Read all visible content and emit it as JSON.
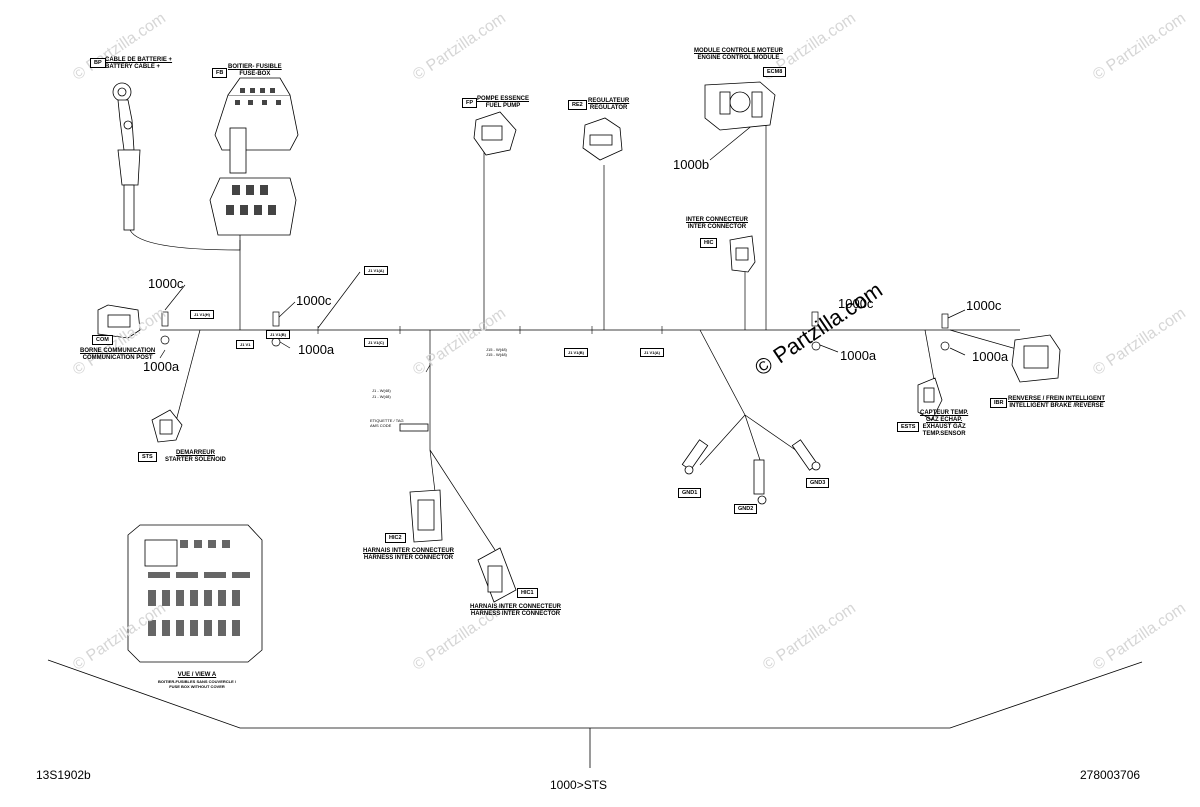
{
  "components": {
    "battery_cable": {
      "code": "BP",
      "fr": "CABLE DE BATTERIE +",
      "en": "BATTERY CABLE +"
    },
    "fuse_box": {
      "code": "FB",
      "fr": "BOITIER- FUSIBLE",
      "en": "FUSE-BOX"
    },
    "fuel_pump": {
      "code": "FP",
      "fr": "POMPE ESSENCE",
      "en": "FUEL PUMP"
    },
    "regulator": {
      "code": "RE2",
      "fr": "REGULATEUR",
      "en": "REGULATOR"
    },
    "ecm": {
      "code": "ECM8",
      "fr": "MODULE CONTROLE MOTEUR",
      "en": "ENGINE CONTROL MODULE"
    },
    "inter_connector": {
      "code": "HIC",
      "fr": "INTER CONNECTEUR",
      "en": "INTER CONNECTOR"
    },
    "comm_post": {
      "code": "COM",
      "fr": "BORNE COMMUNICATION",
      "en": "COMMUNICATION POST"
    },
    "starter": {
      "code": "STS",
      "fr": "DEMARREUR",
      "en": "STARTER SOLENOID"
    },
    "hic2": {
      "code": "HIC2",
      "fr": "HARNAIS INTER CONNECTEUR",
      "en": "HARNESS INTER CONNECTOR"
    },
    "hic1": {
      "code": "HIC1",
      "fr": "HARNAIS INTER CONNECTEUR",
      "en": "HARNESS INTER CONNECTOR"
    },
    "exhaust_sensor": {
      "code": "ESTS",
      "lines": [
        "CAPTEUR TEMP.",
        "GAZ ECHAP.",
        "EXHAUST GAZ",
        "TEMP.SENSOR"
      ]
    },
    "ibr": {
      "code": "IBR",
      "fr": "RENVERSE / FREIN INTELLIGENT",
      "en": "INTELLIGENT BRAKE /REVERSE"
    },
    "gnd1": {
      "code": "GND1"
    },
    "gnd2": {
      "code": "GND2"
    },
    "gnd3": {
      "code": "GND3"
    },
    "view_a": {
      "title": "VUE / VIEW A",
      "sub1": "BOITIER-FUSIBLES SANS COUVERCLE /",
      "sub2": "FUSE BOX WITHOUT COVER"
    }
  },
  "callouts": {
    "c1": "1000c",
    "c2": "1000c",
    "c3": "1000c",
    "c4": "1000c",
    "a1": "1000a",
    "a2": "1000a",
    "a3": "1000a",
    "a4": "1000a",
    "b1": "1000b"
  },
  "splices": {
    "s1": "J1 V1(H)",
    "s2": "J1 V1",
    "s3": "J1 V1(B)",
    "s4": "J1 V1(A)",
    "s5": "J1 V1(C)",
    "s6": "J15 - W(48)",
    "s7": "J15 - W(48)",
    "s8": "J1 V1(B)",
    "s9": "J1 V1(A)",
    "s10": "J1 - W(48)",
    "s11": "J1 - W(48)",
    "s12": "ETIQUETTE / TAG",
    "s13": "AMS CODE"
  },
  "footer": {
    "left": "13S1902b",
    "center": "1000>STS",
    "right": "278003706"
  },
  "watermark": {
    "text": "© Partzilla.com",
    "brand": "© Partzilla.com"
  }
}
